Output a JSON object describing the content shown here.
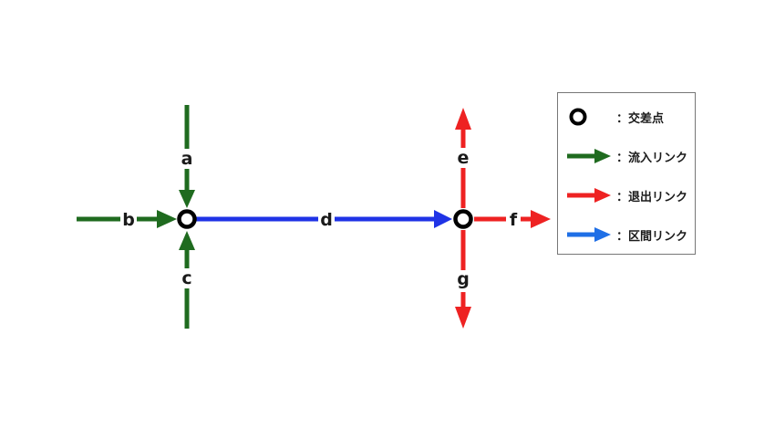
{
  "links": {
    "a": "a",
    "b": "b",
    "c": "c",
    "d": "d",
    "e": "e",
    "f": "f",
    "g": "g"
  },
  "legend": {
    "intersection": "：交差点",
    "inflow_link": "：流入リンク",
    "outflow_link": "：退出リンク",
    "section_link": "：区間リンク"
  },
  "colors": {
    "inflow": "#1f6b1f",
    "outflow": "#ee2222",
    "section": "#1f33e6",
    "node": "#000000"
  }
}
